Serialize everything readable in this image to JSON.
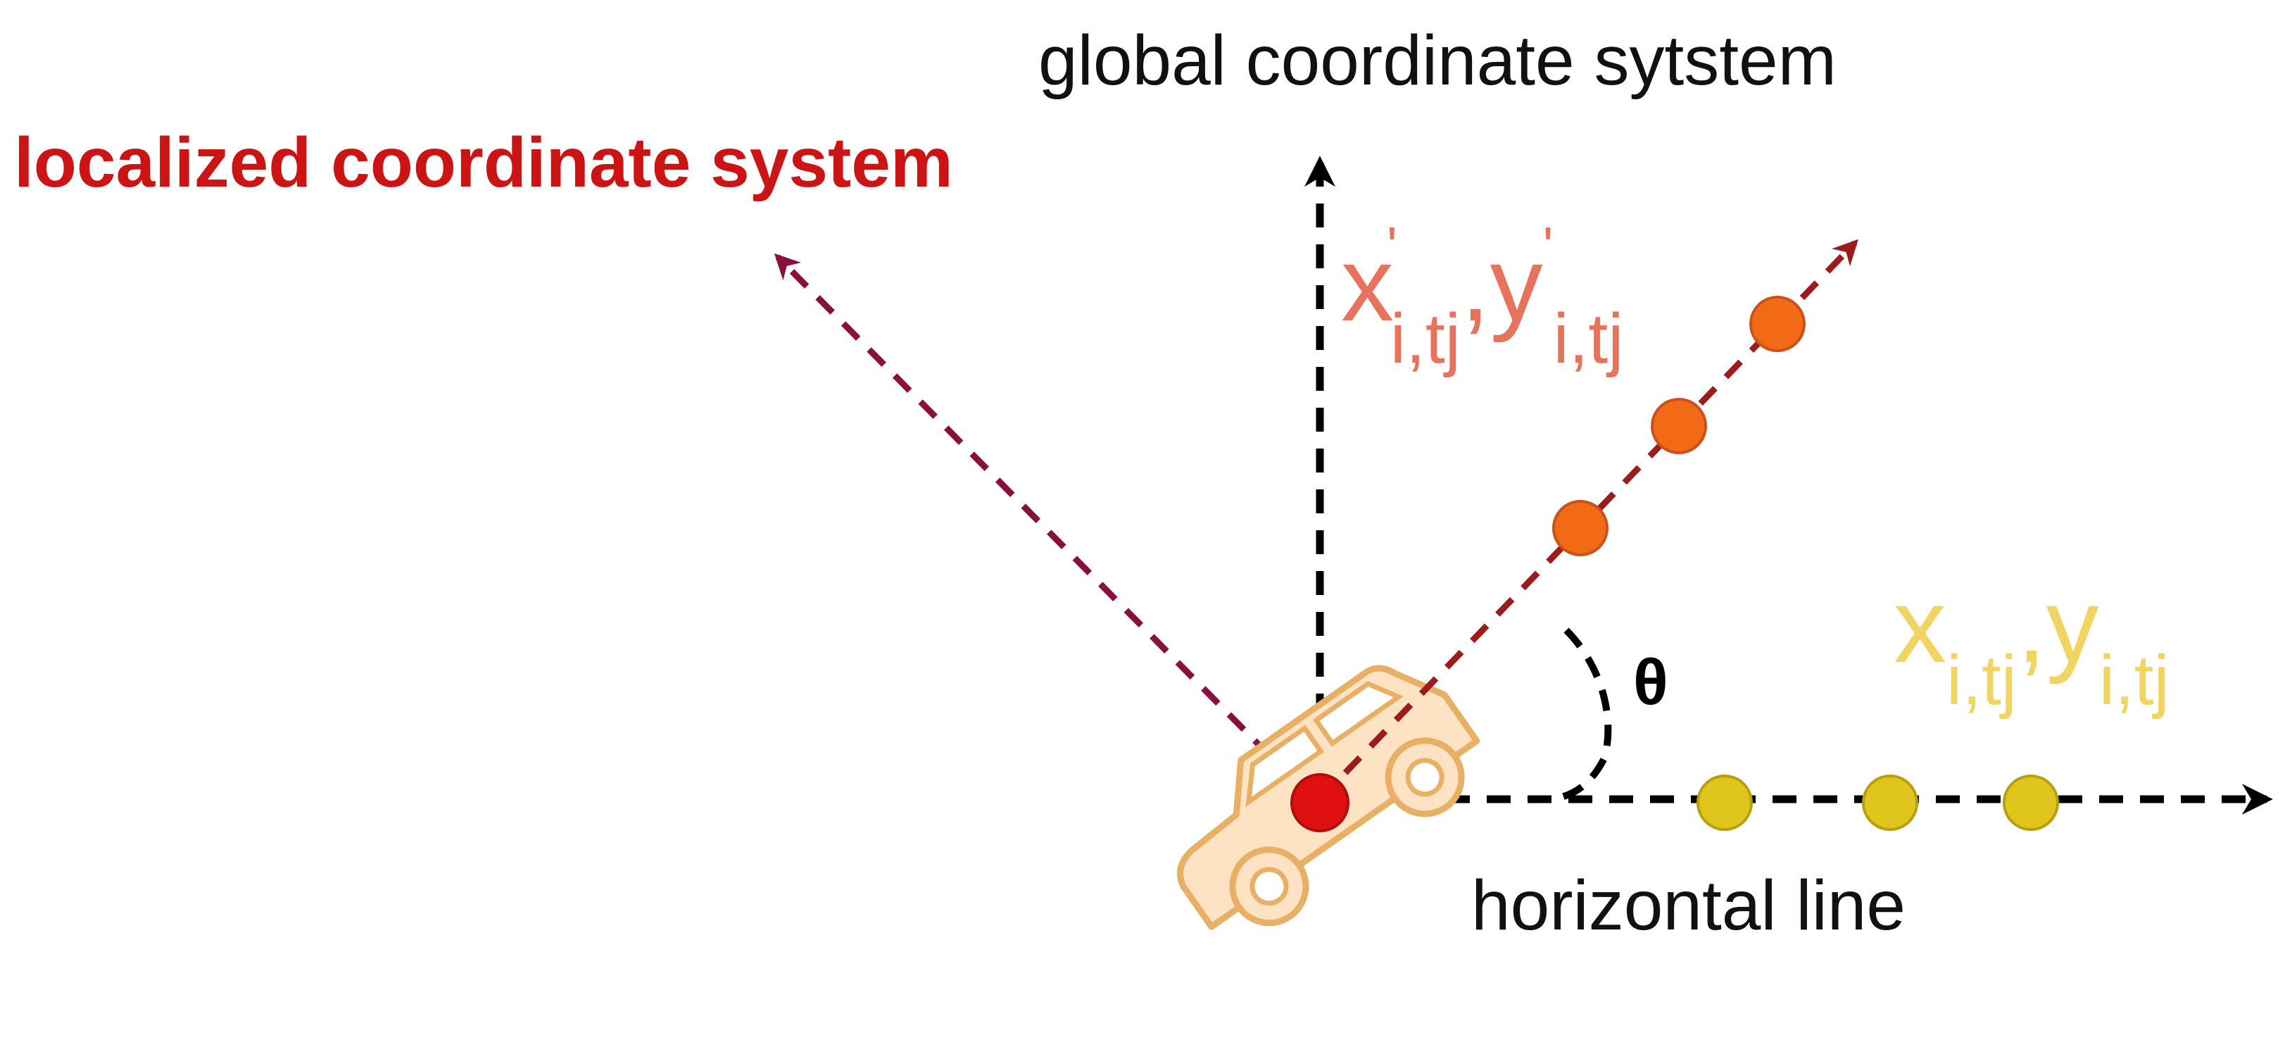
{
  "labels": {
    "global_system": "global coordinate sytstem",
    "local_system": "localized coordinate system",
    "horizontal_line": "horizontal line",
    "angle": "θ"
  },
  "local_coords": {
    "x": "x",
    "prime": "'",
    "sub": "i,tj",
    "comma": ",",
    "y": "y"
  },
  "global_coords": {
    "x": "x",
    "sub": "i,tj",
    "comma": ",",
    "y": "y"
  },
  "colors": {
    "axis": "#000000",
    "local_axis": "#8b0f3c",
    "local_heading": "#9e1b1b",
    "local_title": "#cc1414",
    "local_coords_text": "#e8735c",
    "global_coords_text": "#f2d463",
    "origin_point": "#e01010",
    "local_points": "#f26a15",
    "global_points": "#e0c51c",
    "car_fill": "#fde2c4",
    "car_stroke": "#e8b064"
  },
  "counts": {
    "local_points": 3,
    "global_points": 3
  }
}
